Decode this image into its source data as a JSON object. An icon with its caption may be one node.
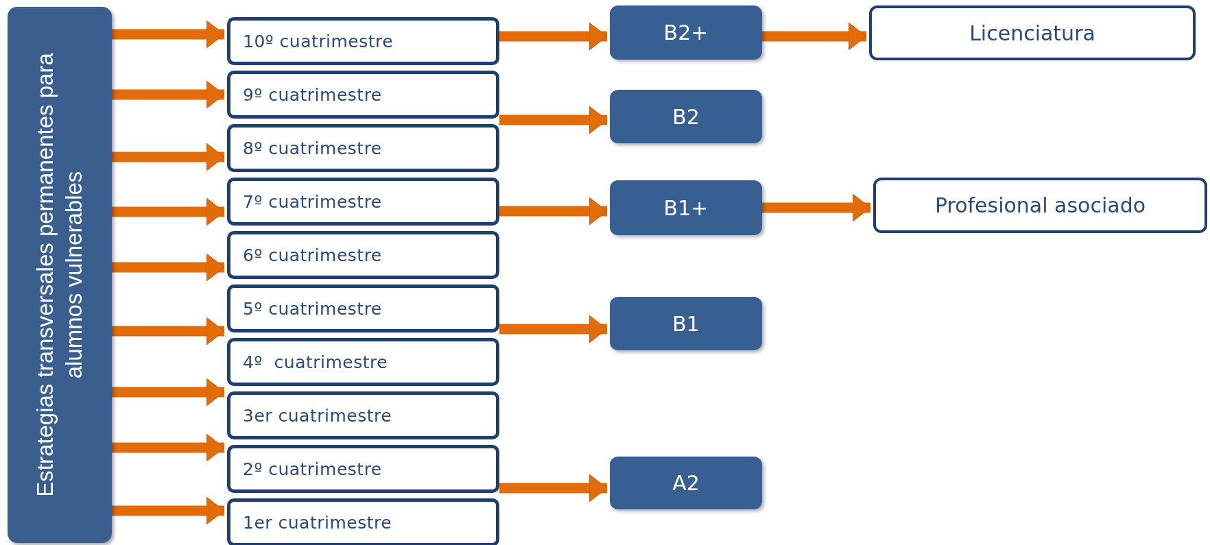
{
  "diagram": {
    "nodes": [
      {
        "text": [
          "Estrategias transversales permanentes para alumnos vulnerables"
        ]
      },
      {
        "text": [
          "10º cuatrimestre"
        ]
      },
      {
        "text": [
          "9º cuatrimestre"
        ]
      },
      {
        "text": [
          "8º cuatrimestre"
        ]
      },
      {
        "text": [
          "7º cuatrimestre"
        ]
      },
      {
        "text": [
          "6º cuatrimestre"
        ]
      },
      {
        "text": [
          "5º cuatrimestre"
        ]
      },
      {
        "text": [
          "4º  cuatrimestre"
        ]
      },
      {
        "text": [
          "3er cuatrimestre"
        ]
      },
      {
        "text": [
          "2º cuatrimestre"
        ]
      },
      {
        "text": [
          "1er cuatrimestre"
        ]
      },
      {
        "text": [
          "B2+"
        ]
      },
      {
        "text": [
          "B2"
        ]
      },
      {
        "text": [
          "B1+"
        ]
      },
      {
        "text": [
          "B1"
        ]
      },
      {
        "text": [
          "A2"
        ]
      },
      {
        "text": [
          "Licenciatura"
        ]
      },
      {
        "text": [
          "Profesional asociado"
        ]
      }
    ],
    "edges": [
      {
        "from": 0,
        "to": 1,
        "arrow": "to"
      },
      {
        "from": 0,
        "to": 2,
        "arrow": "to"
      },
      {
        "from": 0,
        "to": 3,
        "arrow": "to"
      },
      {
        "from": 0,
        "to": 4,
        "arrow": "to"
      },
      {
        "from": 0,
        "to": 5,
        "arrow": "to"
      },
      {
        "from": 0,
        "to": 6,
        "arrow": "to"
      },
      {
        "from": 0,
        "to": 8,
        "arrow": "to"
      },
      {
        "from": 0,
        "to": 9,
        "arrow": "to"
      },
      {
        "from": 0,
        "to": 10,
        "arrow": "to"
      },
      {
        "from": 1,
        "to": 11,
        "arrow": "to"
      },
      {
        "from": 3,
        "to": 12,
        "arrow": "to"
      },
      {
        "from": 4,
        "to": 13,
        "arrow": "to"
      },
      {
        "from": 6,
        "to": 14,
        "arrow": "to"
      },
      {
        "from": 10,
        "to": 15,
        "arrow": "to"
      },
      {
        "from": 11,
        "to": 16,
        "arrow": "to"
      },
      {
        "from": 13,
        "to": 17,
        "arrow": "to"
      }
    ]
  }
}
